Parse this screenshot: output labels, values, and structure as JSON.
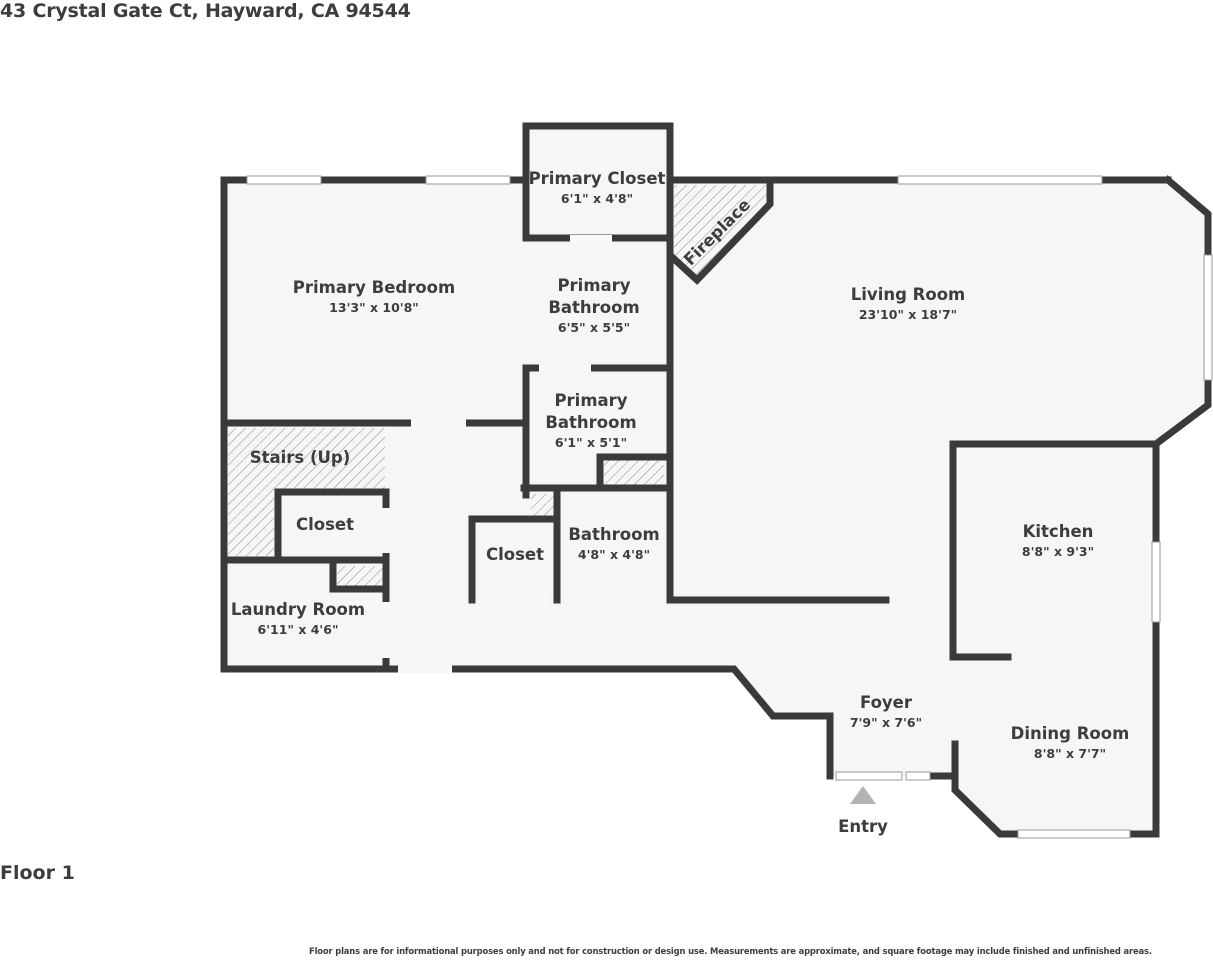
{
  "header": {
    "address": "43 Crystal Gate Ct, Hayward, CA 94544"
  },
  "floor": {
    "label": "Floor 1"
  },
  "footer": {
    "disclaimer": "Floor plans are for informational purposes only and not for construction or design use. Measurements are approximate, and square footage may include finished and unfinished areas."
  },
  "colors": {
    "wall": "#3a3a3a",
    "floor_fill": "#f6f6f6",
    "hatch": "#8a8a8a",
    "entry_arrow": "#b3b3b3",
    "text": "#3d3d3d"
  },
  "rooms": {
    "primary_closet": {
      "name": "Primary Closet",
      "dims": "6'1\" x 4'8\""
    },
    "primary_bedroom": {
      "name": "Primary Bedroom",
      "dims": "13'3\" x 10'8\""
    },
    "primary_bathroom_1": {
      "name_line1": "Primary",
      "name_line2": "Bathroom",
      "dims": "6'5\" x 5'5\""
    },
    "primary_bathroom_2": {
      "name_line1": "Primary",
      "name_line2": "Bathroom",
      "dims": "6'1\" x 5'1\""
    },
    "fireplace": {
      "name": "Fireplace"
    },
    "living_room": {
      "name": "Living Room",
      "dims": "23'10\" x 18'7\""
    },
    "stairs": {
      "name": "Stairs (Up)"
    },
    "closet_left": {
      "name": "Closet"
    },
    "closet_mid": {
      "name": "Closet"
    },
    "bathroom": {
      "name": "Bathroom",
      "dims": "4'8\" x 4'8\""
    },
    "laundry_room": {
      "name": "Laundry Room",
      "dims": "6'11\" x 4'6\""
    },
    "kitchen": {
      "name": "Kitchen",
      "dims": "8'8\" x 9'3\""
    },
    "foyer": {
      "name": "Foyer",
      "dims": "7'9\" x 7'6\""
    },
    "dining_room": {
      "name": "Dining Room",
      "dims": "8'8\" x 7'7\""
    }
  },
  "entry": {
    "label": "Entry"
  }
}
